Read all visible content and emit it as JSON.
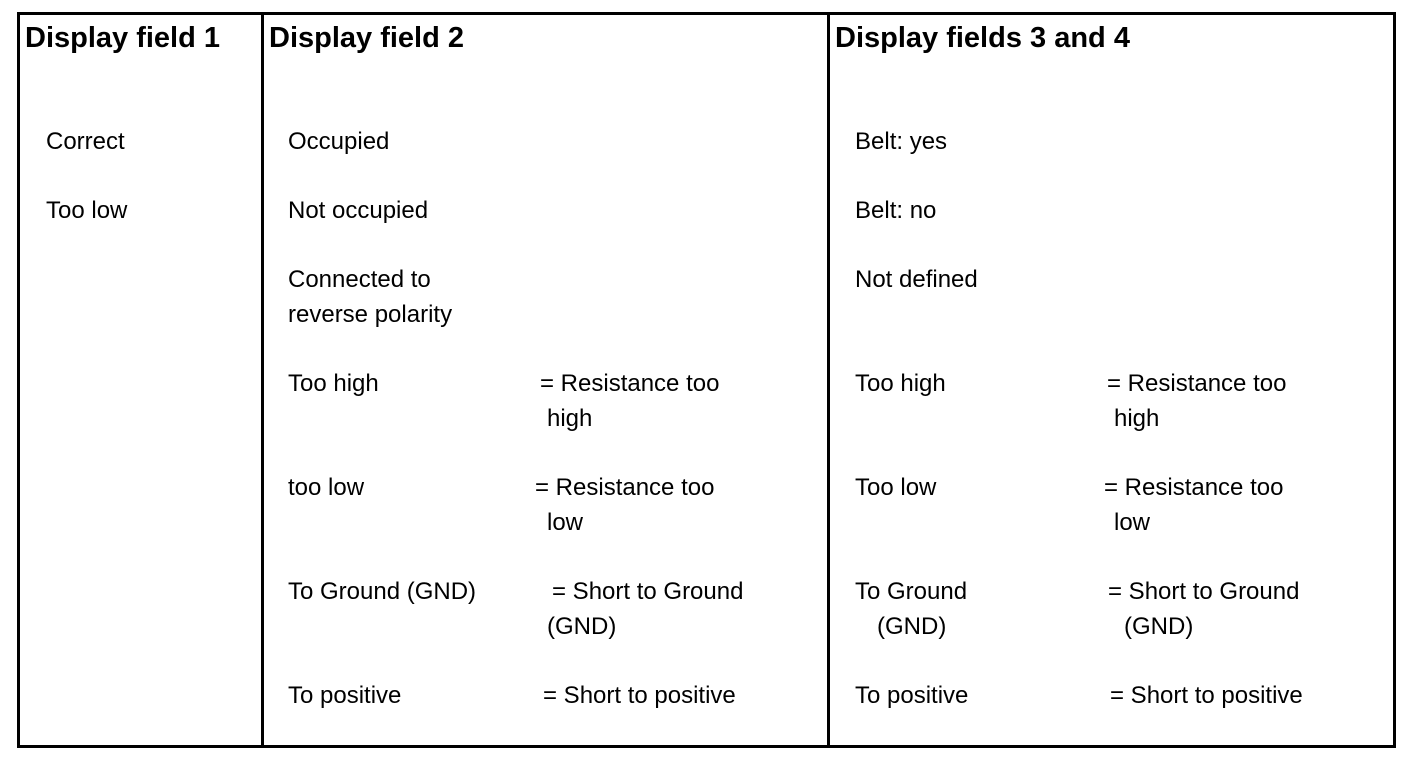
{
  "columns": {
    "field1": {
      "header": "Display field 1",
      "items": [
        "Correct",
        "Too low"
      ]
    },
    "field2": {
      "header": "Display field 2",
      "items": [
        {
          "term": "Occupied"
        },
        {
          "term": "Not occupied"
        },
        {
          "term_lines": [
            "Connected to",
            "reverse polarity"
          ]
        },
        {
          "term": "Too high",
          "meaning_lines": [
            "= Resistance too",
            "high"
          ]
        },
        {
          "term": "too low",
          "meaning_lines": [
            "= Resistance too",
            "low"
          ]
        },
        {
          "term": "To Ground (GND)",
          "meaning_lines": [
            "= Short to Ground",
            "(GND)"
          ]
        },
        {
          "term": "To positive",
          "meaning_lines": [
            "= Short to positive"
          ]
        }
      ]
    },
    "field34": {
      "header": "Display fields 3 and 4",
      "items": [
        {
          "term": "Belt: yes"
        },
        {
          "term": "Belt: no"
        },
        {
          "term": "Not defined"
        },
        {
          "term": "Too high",
          "meaning_lines": [
            "= Resistance too",
            "high"
          ]
        },
        {
          "term": "Too low",
          "meaning_lines": [
            "= Resistance too",
            "low"
          ]
        },
        {
          "term_lines": [
            "To Ground",
            "(GND)"
          ],
          "meaning_lines": [
            "= Short to Ground",
            "(GND)"
          ]
        },
        {
          "term": "To positive",
          "meaning_lines": [
            "= Short to positive"
          ]
        }
      ]
    }
  }
}
